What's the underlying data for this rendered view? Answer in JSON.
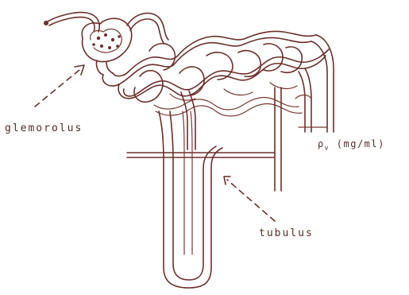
{
  "labels": {
    "glomerulus": "glemorolus",
    "tubulus": "tubulus",
    "concentration_symbol": "ρ",
    "concentration_subscript": "v",
    "concentration_unit": " (mg/ml)"
  },
  "colors": {
    "ink": "#6b2f2a",
    "background": "#ffffff"
  }
}
